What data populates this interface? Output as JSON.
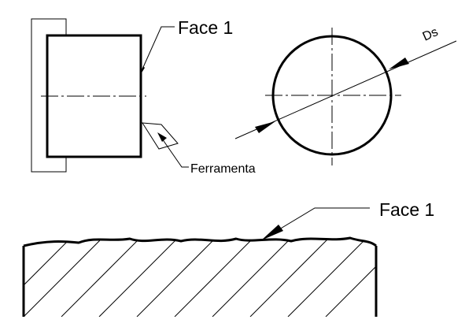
{
  "labels": {
    "face_top": "Face 1",
    "tool": "Ferramenta",
    "diameter": "Ds",
    "face_bottom": "Face 1"
  }
}
